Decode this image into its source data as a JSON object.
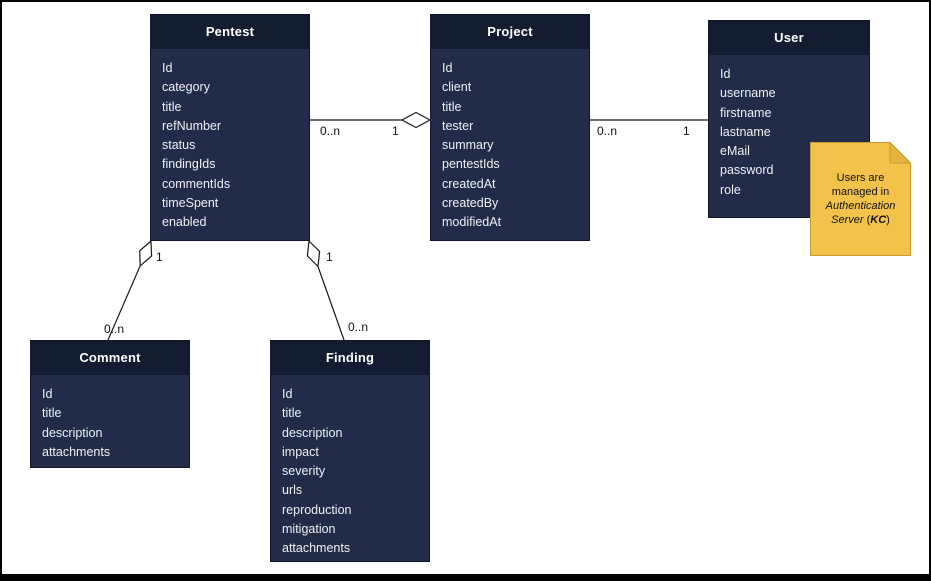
{
  "diagram": {
    "type": "entity-relationship",
    "colors": {
      "entity_header_bg": "#141c31",
      "entity_body_bg": "#222c48",
      "entity_text": "#eef0f4",
      "note_bg": "#f2c24a",
      "note_stroke": "#c79b33",
      "connector": "#000000",
      "canvas_bg": "#ffffff"
    }
  },
  "entities": [
    {
      "title": "Pentest",
      "fields": [
        "Id",
        "category",
        "title",
        "refNumber",
        "status",
        "findingIds",
        "commentIds",
        "timeSpent",
        "enabled"
      ]
    },
    {
      "title": "Project",
      "fields": [
        "Id",
        "client",
        "title",
        "tester",
        "summary",
        "pentestIds",
        "createdAt",
        "createdBy",
        "modifiedAt"
      ]
    },
    {
      "title": "User",
      "fields": [
        "Id",
        "username",
        "firstname",
        "lastname",
        "eMail",
        "password",
        "role"
      ]
    },
    {
      "title": "Comment",
      "fields": [
        "Id",
        "title",
        "description",
        "attachments"
      ]
    },
    {
      "title": "Finding",
      "fields": [
        "Id",
        "title",
        "description",
        "impact",
        "severity",
        "urls",
        "reproduction",
        "mitigation",
        "attachments"
      ]
    }
  ],
  "relationships": [
    {
      "from": "Pentest",
      "to": "Project",
      "from_cardinality": "0..n",
      "to_cardinality": "1",
      "type": "aggregation"
    },
    {
      "from": "Project",
      "to": "User",
      "from_cardinality": "0..n",
      "to_cardinality": "1",
      "type": "association"
    },
    {
      "from": "Comment",
      "to": "Pentest",
      "from_cardinality": "0..n",
      "to_cardinality": "1",
      "type": "aggregation"
    },
    {
      "from": "Finding",
      "to": "Pentest",
      "from_cardinality": "0..n",
      "to_cardinality": "1",
      "type": "aggregation"
    }
  ],
  "note": {
    "segments": {
      "plain1": "Users are managed in ",
      "italic": "Authentication Server",
      "plain2": " (",
      "bold_italic": "KC",
      "plain3": ")"
    }
  }
}
